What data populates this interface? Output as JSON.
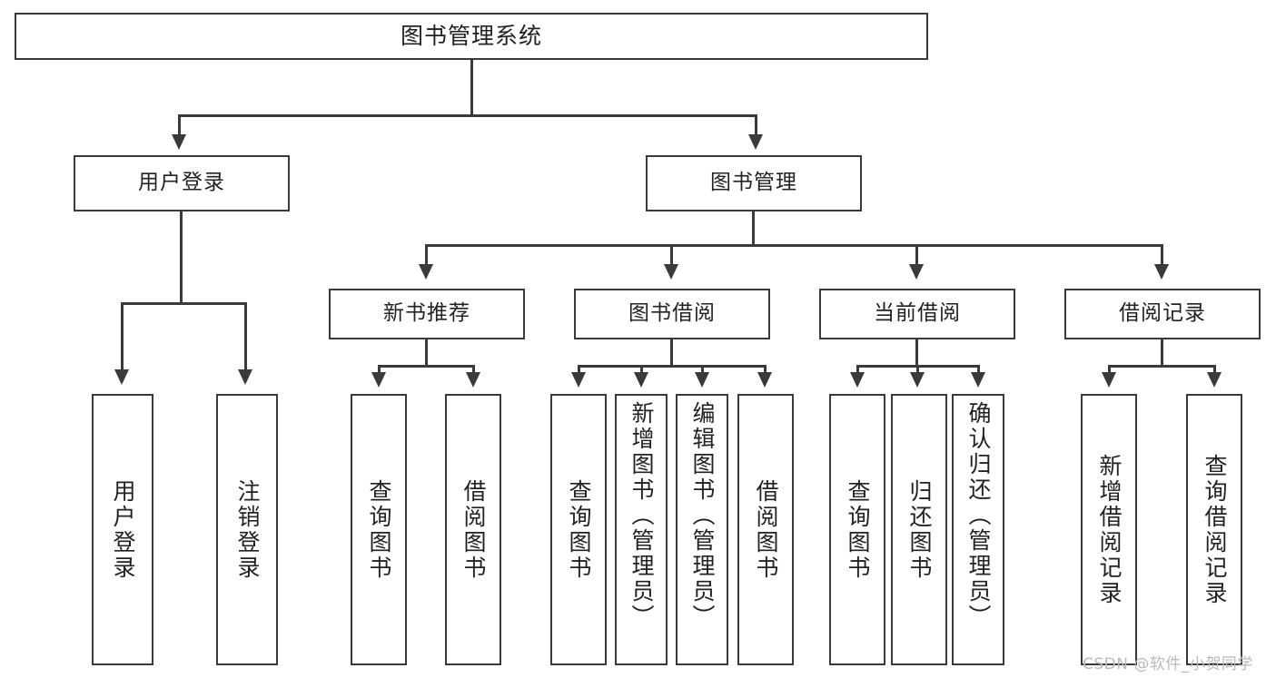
{
  "diagram": {
    "title": "图书管理系统",
    "type": "功能结构图",
    "root": {
      "label": "图书管理系统"
    },
    "level1": [
      {
        "label": "用户登录"
      },
      {
        "label": "图书管理"
      }
    ],
    "level2": [
      {
        "label": "新书推荐"
      },
      {
        "label": "图书借阅"
      },
      {
        "label": "当前借阅"
      },
      {
        "label": "借阅记录"
      }
    ],
    "leaves": {
      "user_login": [
        {
          "label": "用户登录"
        },
        {
          "label": "注销登录"
        }
      ],
      "new_book_recommend": [
        {
          "label": "查询图书"
        },
        {
          "label": "借阅图书"
        }
      ],
      "book_borrow": [
        {
          "label": "查询图书"
        },
        {
          "label": "新增图书（管理员）"
        },
        {
          "label": "编辑图书（管理员）"
        },
        {
          "label": "借阅图书"
        }
      ],
      "current_borrow": [
        {
          "label": "查询图书"
        },
        {
          "label": "归还图书"
        },
        {
          "label": "确认归还（管理员）"
        }
      ],
      "borrow_record": [
        {
          "label": "新增借阅记录"
        },
        {
          "label": "查询借阅记录"
        }
      ]
    }
  },
  "watermark": {
    "text": "CSDN @软件_小贺同学"
  },
  "colors": {
    "stroke": "#3a3a3a",
    "text": "#222222",
    "background": "#ffffff",
    "watermark": "#b9b9b9"
  }
}
